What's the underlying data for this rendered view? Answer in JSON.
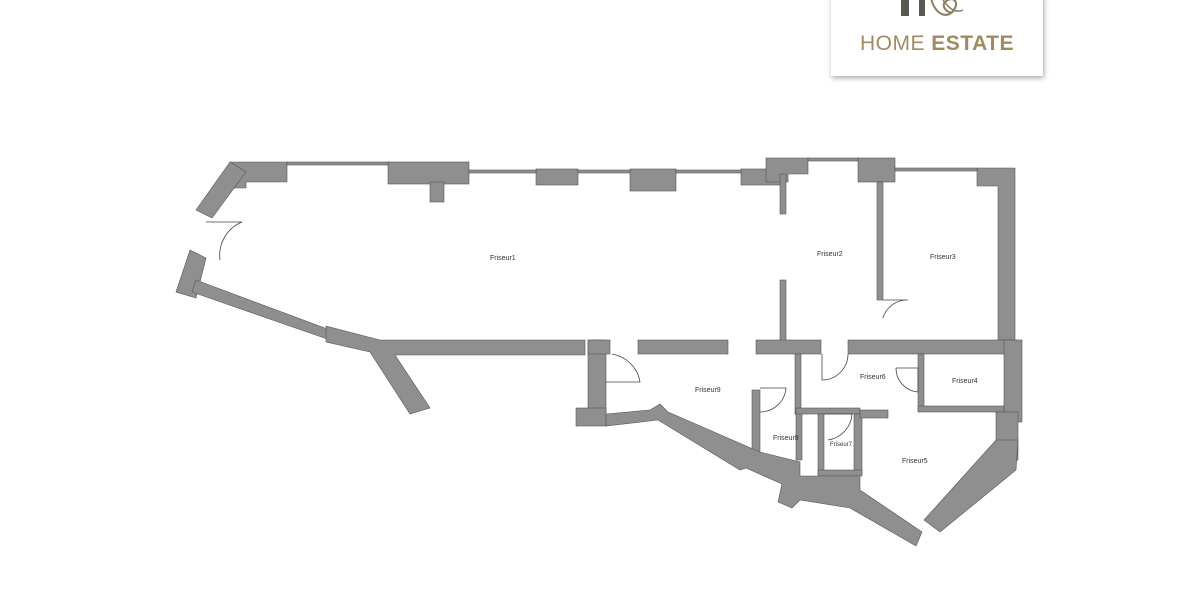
{
  "logo": {
    "brand_light": "HOME",
    "brand_bold": "ESTATE",
    "brand_color": "#a08b5e",
    "mark_color": "#5a5a52"
  },
  "floorplan": {
    "wall_color": "#8f8f8f",
    "rooms": {
      "friseur1": "Friseur1",
      "friseur2": "Friseur2",
      "friseur3": "Friseur3",
      "friseur4": "Friseur4",
      "friseur5": "Friseur5",
      "friseur6": "Friseur6",
      "friseur7": "Friseur7",
      "friseur8": "Friseur8",
      "friseur9": "Friseur9"
    }
  }
}
